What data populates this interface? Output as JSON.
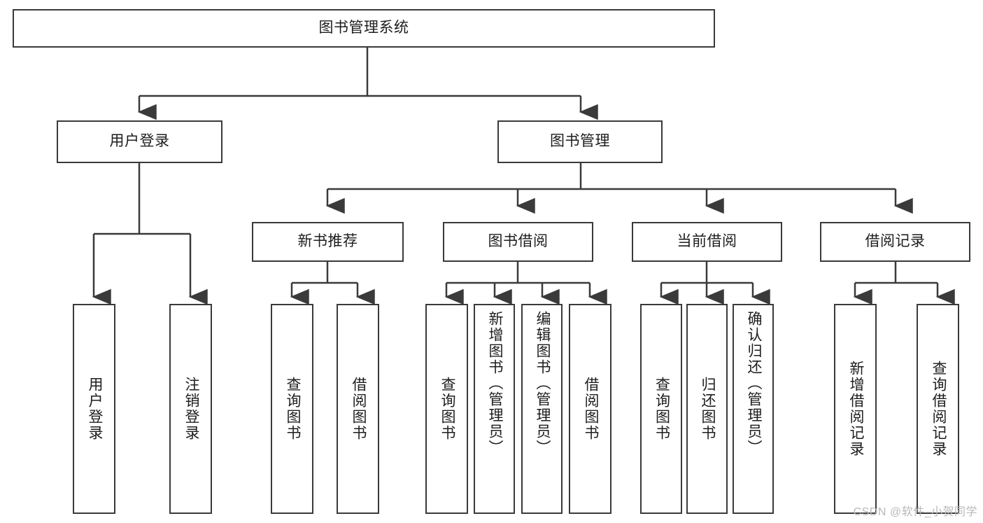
{
  "diagram": {
    "title": "图书管理系统",
    "type": "tree",
    "stroke_color": "#3a3a3a",
    "fill_color": "#ffffff",
    "text_color": "#1d1d1d"
  },
  "nodes": {
    "root": {
      "label": "图书管理系统"
    },
    "level1": [
      {
        "label": "用户登录"
      },
      {
        "label": "图书管理"
      }
    ],
    "level2": [
      {
        "label": "新书推荐"
      },
      {
        "label": "图书借阅"
      },
      {
        "label": "当前借阅"
      },
      {
        "label": "借阅记录"
      }
    ],
    "leaves": {
      "user_login": [
        {
          "label": "用户登录"
        },
        {
          "label": "注销登录"
        }
      ],
      "new_book_recommend": [
        {
          "label": "查询图书"
        },
        {
          "label": "借阅图书"
        }
      ],
      "book_borrow": [
        {
          "label": "查询图书"
        },
        {
          "label": "新增图书（管理员）"
        },
        {
          "label": "编辑图书（管理员）"
        },
        {
          "label": "借阅图书"
        }
      ],
      "current_borrow": [
        {
          "label": "查询图书"
        },
        {
          "label": "归还图书"
        },
        {
          "label": "确认归还（管理员）"
        }
      ],
      "borrow_record": [
        {
          "label": "新增借阅记录"
        },
        {
          "label": "查询借阅记录"
        }
      ]
    }
  },
  "watermark": {
    "text": "CSDN @软件_小贺同学"
  }
}
